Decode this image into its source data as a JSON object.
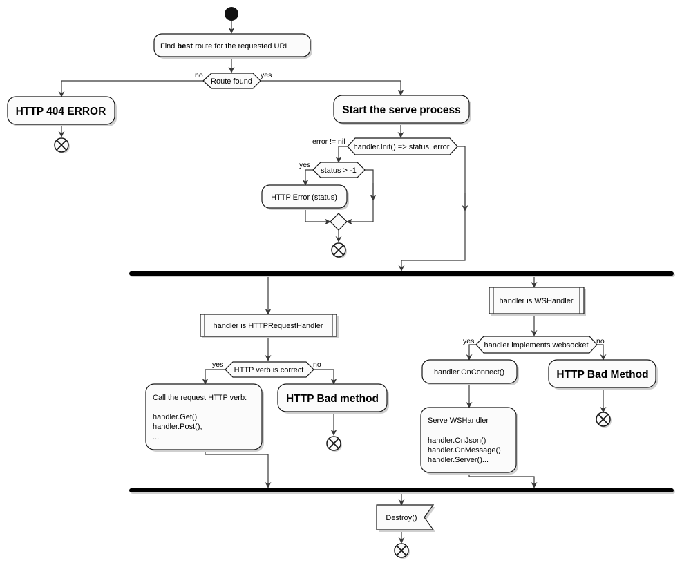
{
  "nodes": {
    "find_route_pre": "Find ",
    "find_route_bold": "best",
    "find_route_post": " route for the requested URL",
    "route_found": "Route found",
    "http_404": "HTTP 404 ERROR",
    "start_serve": "Start the serve process",
    "handler_init": "handler.Init() => status, error",
    "status_check": "status > -1",
    "http_error_status": "HTTP Error (status)",
    "http_request_handler": "handler is HTTPRequestHandler",
    "http_verb_correct": "HTTP verb is correct",
    "call_verb": [
      "Call the request HTTP verb:",
      "",
      "handler.Get()",
      "handler.Post(),",
      "..."
    ],
    "http_bad_method_lower": "HTTP Bad method",
    "ws_handler": "handler is WSHandler",
    "implements_ws": "handler implements websocket",
    "on_connect": "handler.OnConnect()",
    "serve_ws": [
      "Serve WSHandler",
      "",
      "handler.OnJson()",
      "handler.OnMessage()",
      "handler.Server()..."
    ],
    "http_bad_method_upper": "HTTP Bad Method",
    "destroy": "Destroy()"
  },
  "edge_labels": {
    "route_no": "no",
    "route_yes": "yes",
    "init_error": "error != nil",
    "status_yes": "yes",
    "verb_yes": "yes",
    "verb_no": "no",
    "ws_yes": "yes",
    "ws_no": "no"
  }
}
